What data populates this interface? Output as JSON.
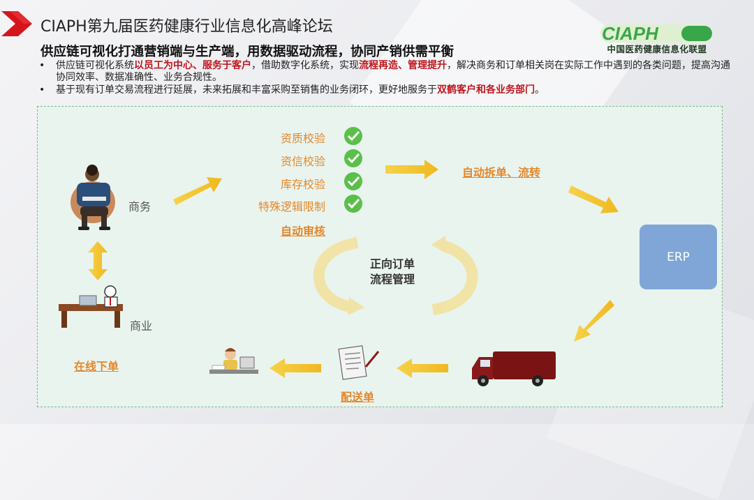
{
  "header": {
    "title": "CIAPH第九届医药健康行业信息化高峰论坛",
    "logo_text": "CIAPH",
    "logo_subtitle": "中国医药健康信息化联盟"
  },
  "subtitle": "供应链可视化打通营销端与生产端，用数据驱动流程，协同产销供需平衡",
  "bullets": [
    {
      "dot": "•",
      "parts": [
        {
          "text": "供应链可视化系统",
          "hl": false
        },
        {
          "text": "以员工为中心、服务于客户",
          "hl": true
        },
        {
          "text": "，借助数字化系统，实现",
          "hl": false
        },
        {
          "text": "流程再造、管理提升",
          "hl": true
        },
        {
          "text": "，解决商务和订单相关岗在实际工作中遇到的各类问题，提高沟通协同效率、数据准确性、业务合规性。",
          "hl": false
        }
      ]
    },
    {
      "dot": "•",
      "parts": [
        {
          "text": "基于现有订单交易流程进行延展，未来拓展和丰富采购至销售的业务闭环，更好地服务于",
          "hl": false
        },
        {
          "text": "双鹤客户和各业务部门",
          "hl": true
        },
        {
          "text": "。",
          "hl": false
        }
      ]
    }
  ],
  "diagram": {
    "shangwu": "商务",
    "shangye": "商业",
    "online_order": "在线下单",
    "checks": [
      "资质校验",
      "资信校验",
      "库存校验",
      "特殊逻辑限制"
    ],
    "auto_review": "自动审核",
    "auto_split": "自动拆单、流转",
    "cycle_line1": "正向订单",
    "cycle_line2": "流程管理",
    "erp": "ERP",
    "delivery": "配送单"
  },
  "colors": {
    "accent_red": "#c0141c",
    "orange": "#e5872a",
    "arrow_yellow": "#f2c230",
    "check_green": "#5bbf4a",
    "erp_blue": "#7fa6d6",
    "panel_bg": "#e9f4ee",
    "logo_green": "#3aa64a"
  }
}
